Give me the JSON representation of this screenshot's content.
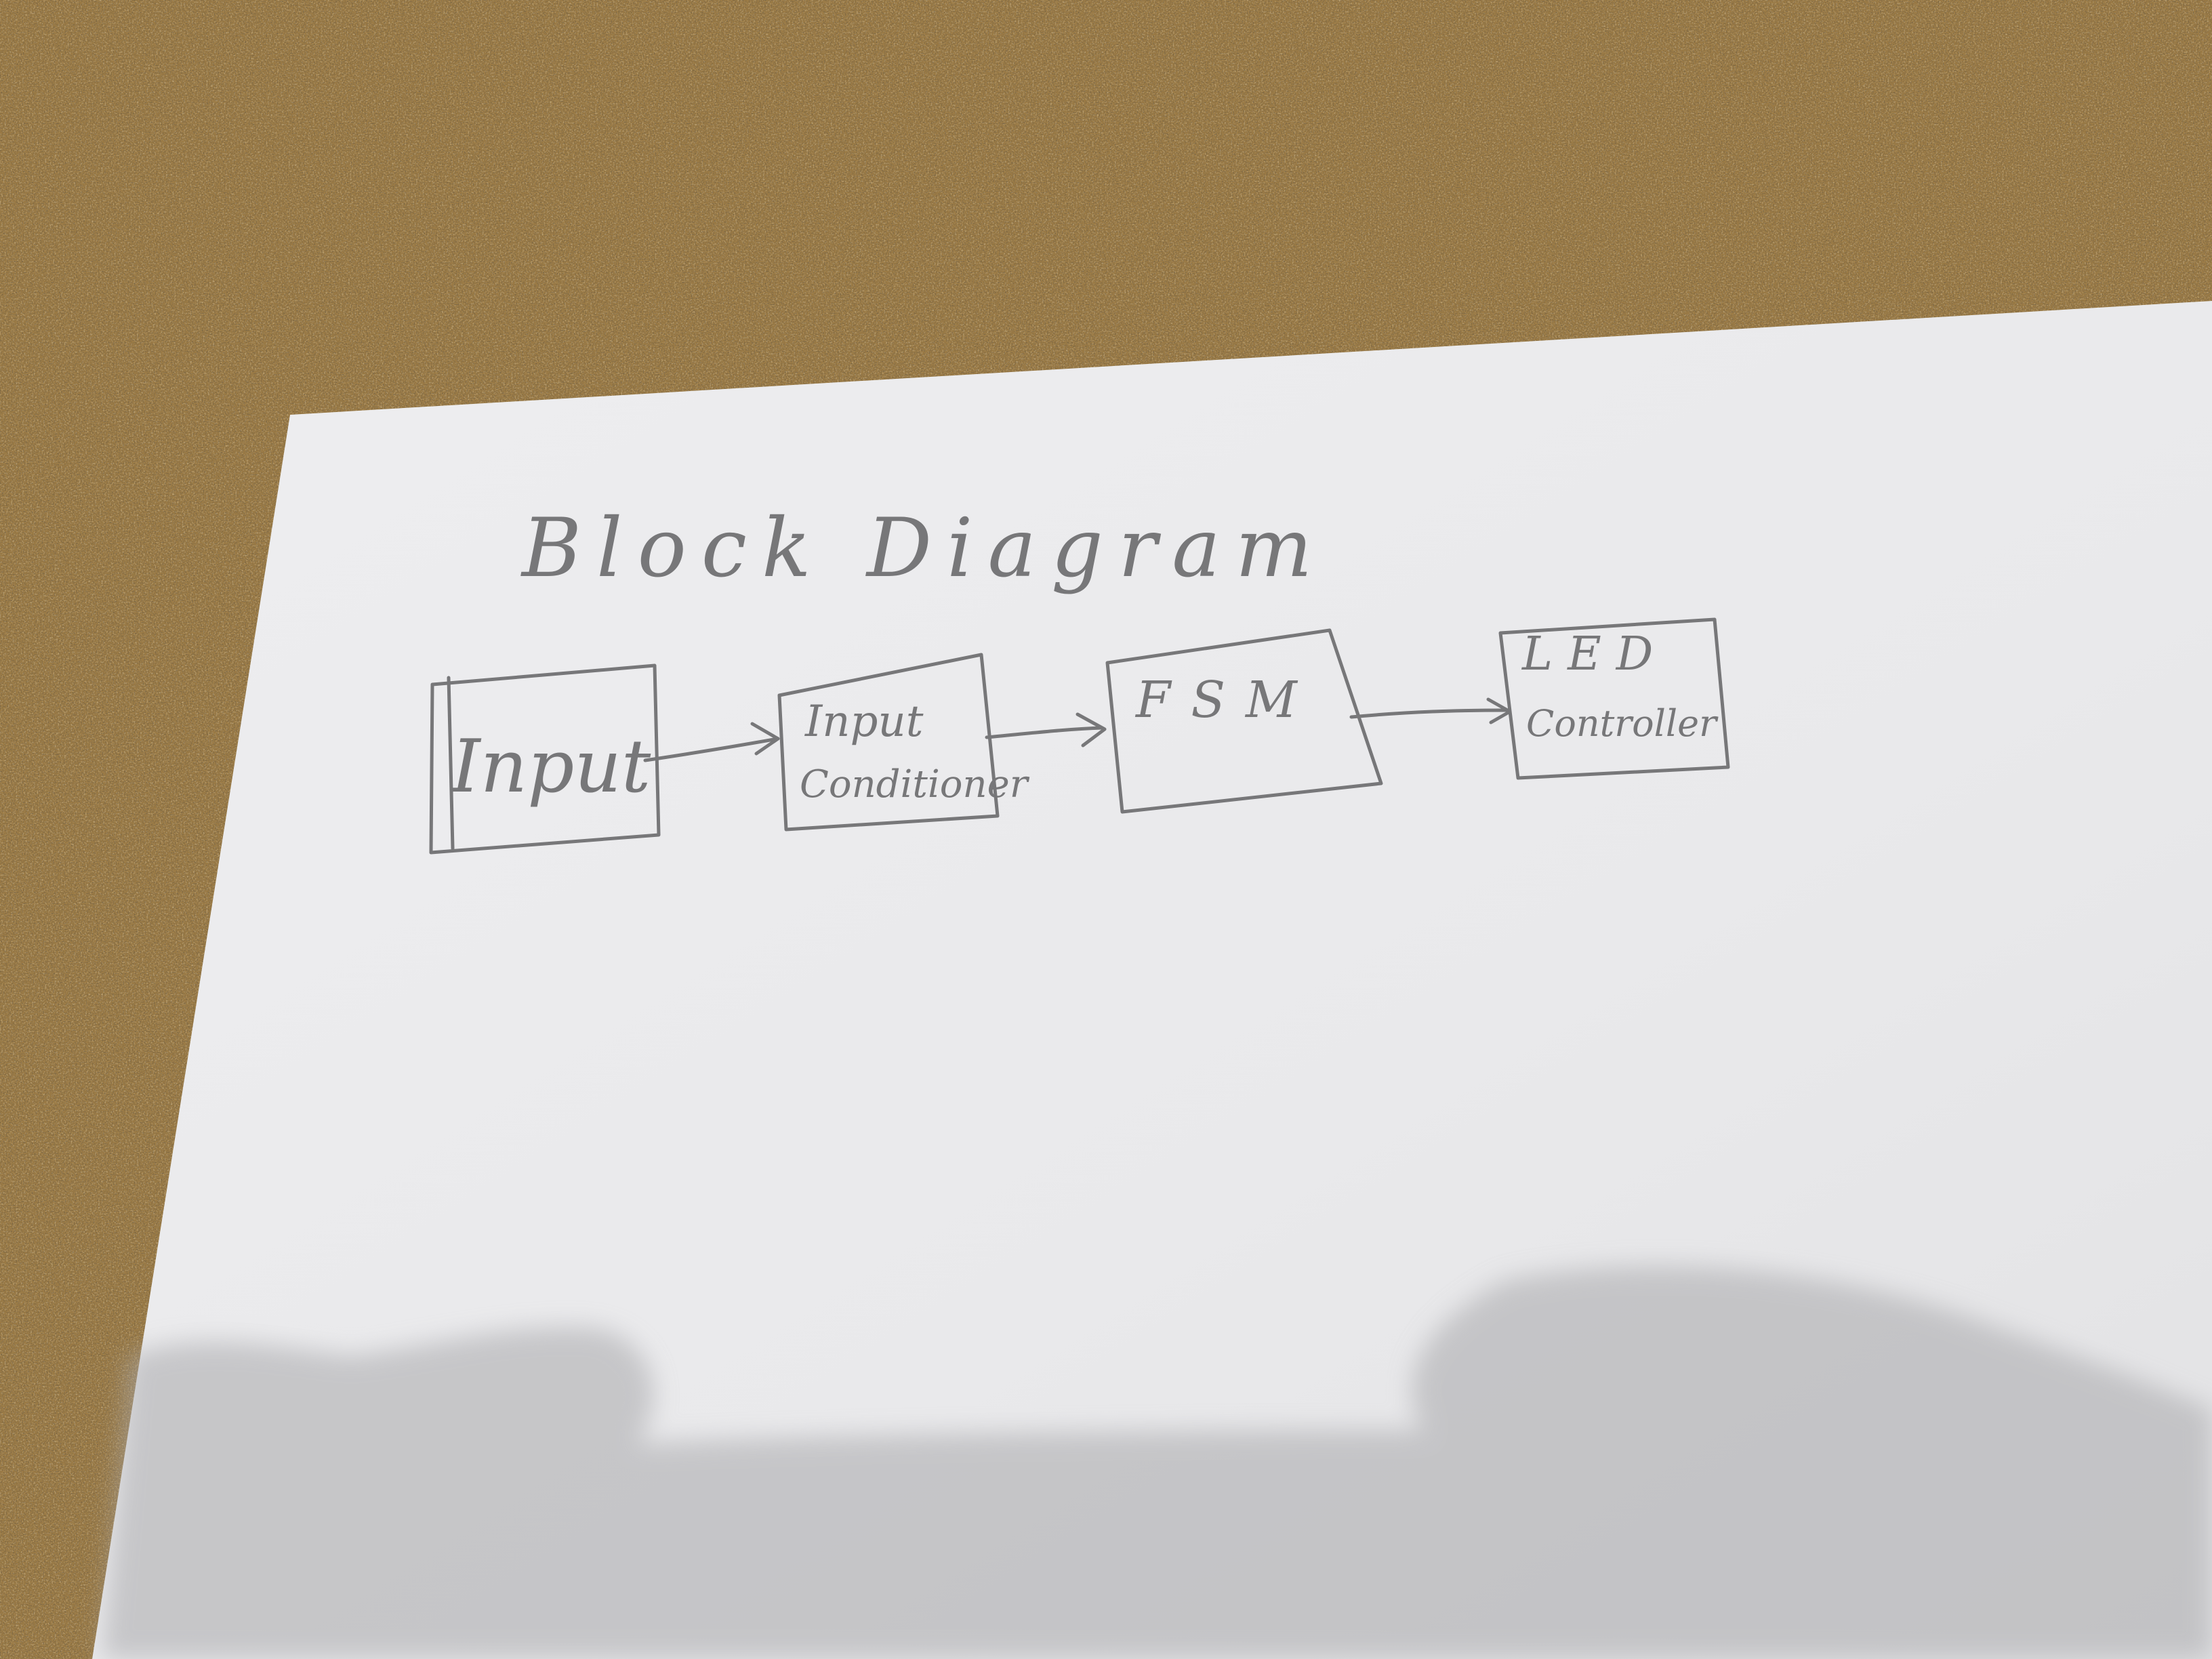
{
  "title": "Block Diagram",
  "blocks": [
    {
      "id": "input",
      "lines": [
        "Input"
      ]
    },
    {
      "id": "input-conditioner",
      "lines": [
        "Input",
        "Conditioner"
      ]
    },
    {
      "id": "fsm",
      "lines": [
        "FSM"
      ]
    },
    {
      "id": "led-controller",
      "lines": [
        "LED",
        "Controller"
      ]
    }
  ],
  "connections": [
    {
      "from": "input",
      "to": "input-conditioner"
    },
    {
      "from": "input-conditioner",
      "to": "fsm"
    },
    {
      "from": "fsm",
      "to": "led-controller"
    }
  ],
  "colors": {
    "desk": "#9a7a45",
    "paper": "#ededee",
    "pencil": "#777779",
    "shadow": "#bdbdbf"
  }
}
